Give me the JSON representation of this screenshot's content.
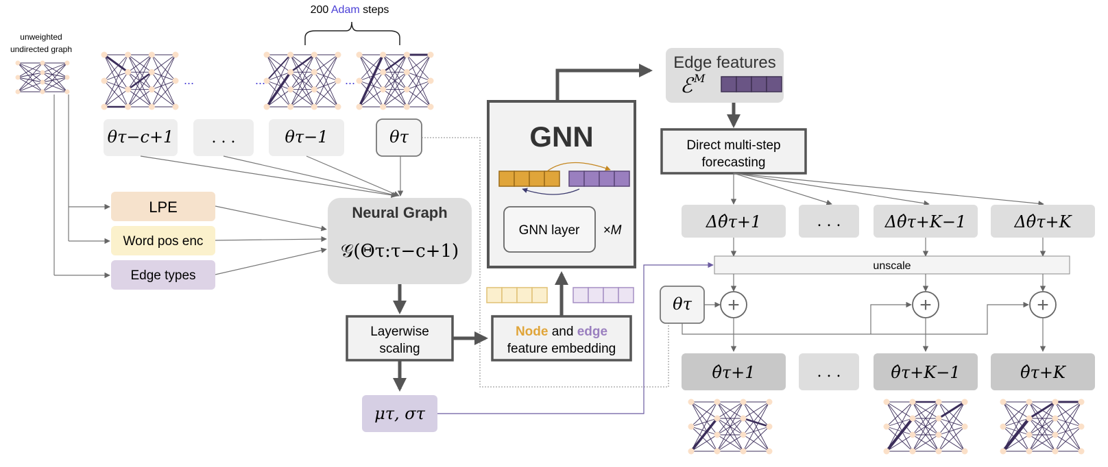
{
  "top": {
    "steps_prefix": "200",
    "steps_optimizer": "Adam",
    "steps_suffix": "steps",
    "graph_label_line1": "unweighted",
    "graph_label_line2": "undirected graph",
    "dots": "..."
  },
  "theta_boxes": {
    "t_minus_c": "θτ−c+1",
    "ellipsis": ". . .",
    "t_minus_1": "θτ−1",
    "t": "θτ"
  },
  "encodings": {
    "lpe": "LPE",
    "word_pos": "Word pos enc",
    "edge_types": "Edge types"
  },
  "neural_graph": {
    "title": "Neural Graph",
    "formula": "𝒢(Θτ:τ−c+1)"
  },
  "layerwise": {
    "line1": "Layerwise",
    "line2": "scaling"
  },
  "mu_sigma": "μτ, στ",
  "embedding": {
    "node": "Node",
    "and": "and",
    "edge": "edge",
    "line2": "feature embedding"
  },
  "gnn": {
    "title": "GNN",
    "layer_label": "GNN layer",
    "repeat": "×M"
  },
  "edge_features": {
    "title": "Edge features",
    "symbol": "ℰ",
    "superscript": "M"
  },
  "forecasting": {
    "line1": "Direct multi-step",
    "line2": "forecasting"
  },
  "deltas": {
    "d1": "Δθ̂τ+1",
    "ellipsis": ". . .",
    "dK1": "Δθ̂τ+K−1",
    "dK": "Δθ̂τ+K"
  },
  "unscale": "unscale",
  "theta_tau_right": "θτ",
  "plus": "+",
  "outputs": {
    "o1": "θ̂τ+1",
    "ellipsis": ". . .",
    "oK1": "θ̂τ+K−1",
    "oK": "θ̂τ+K"
  },
  "colors": {
    "node_orange": "#e0a53a",
    "edge_purple": "#9a7fbf",
    "dark_purple": "#6a5585",
    "adam_blue": "#4a3fd6",
    "lpe_fill": "#f6e2cc",
    "word_fill": "#fbf1cc",
    "edge_types_fill": "#ddd3e6",
    "mu_fill": "#d6cfe4"
  }
}
